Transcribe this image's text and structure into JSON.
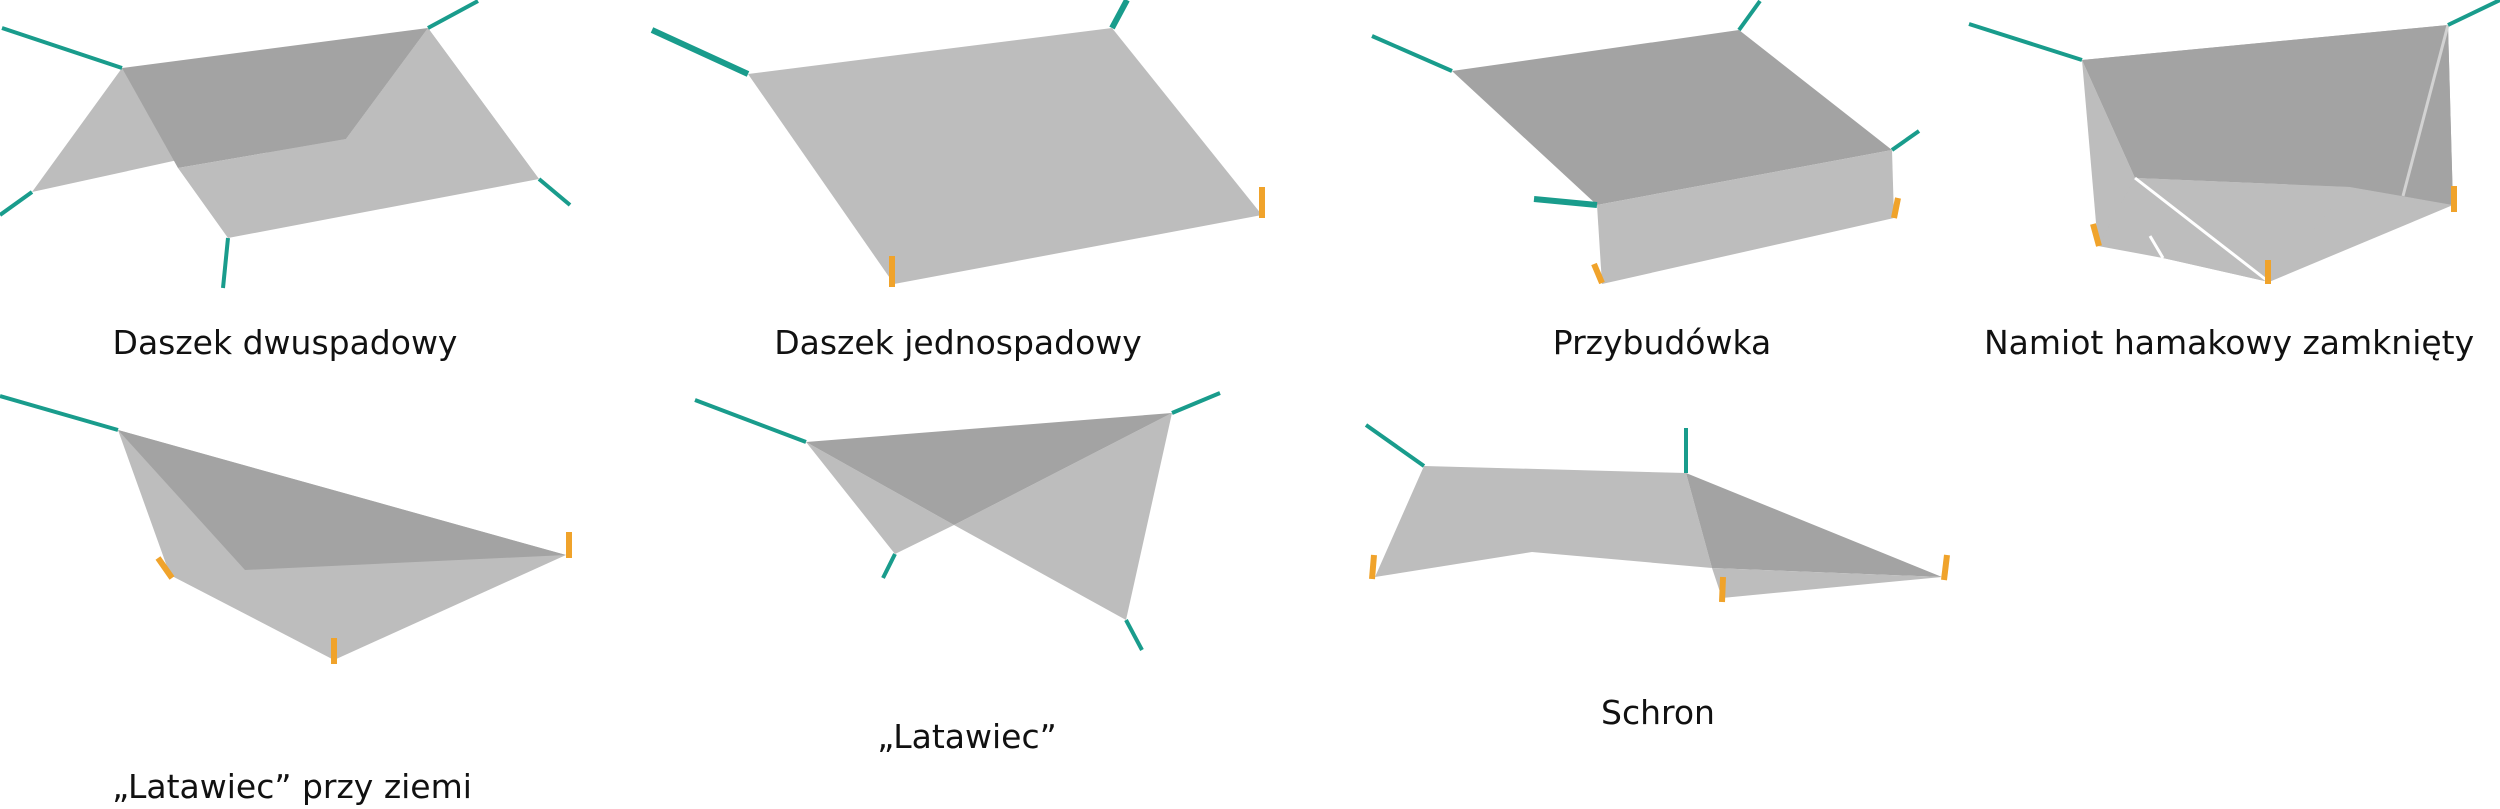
{
  "figures": [
    {
      "id": "fig-dwuspadowy",
      "caption": "Daszek dwuspadowy"
    },
    {
      "id": "fig-jednospadowy",
      "caption": "Daszek jednospadowy"
    },
    {
      "id": "fig-przybudowka",
      "caption": "Przybudówka"
    },
    {
      "id": "fig-namiot",
      "caption": "Namiot hamakowy zamknięty"
    },
    {
      "id": "fig-latawiec-ziemia",
      "caption": "„Latawiec” przy ziemi"
    },
    {
      "id": "fig-latawiec",
      "caption": "„Latawiec”"
    },
    {
      "id": "fig-schron",
      "caption": "Schron"
    }
  ],
  "colors": {
    "guyline": "#199c8c",
    "peg": "#f0a32b",
    "tarp_light": "#bdbdbd",
    "tarp_dark": "#a3a3a3",
    "caption_text": "#111111"
  }
}
